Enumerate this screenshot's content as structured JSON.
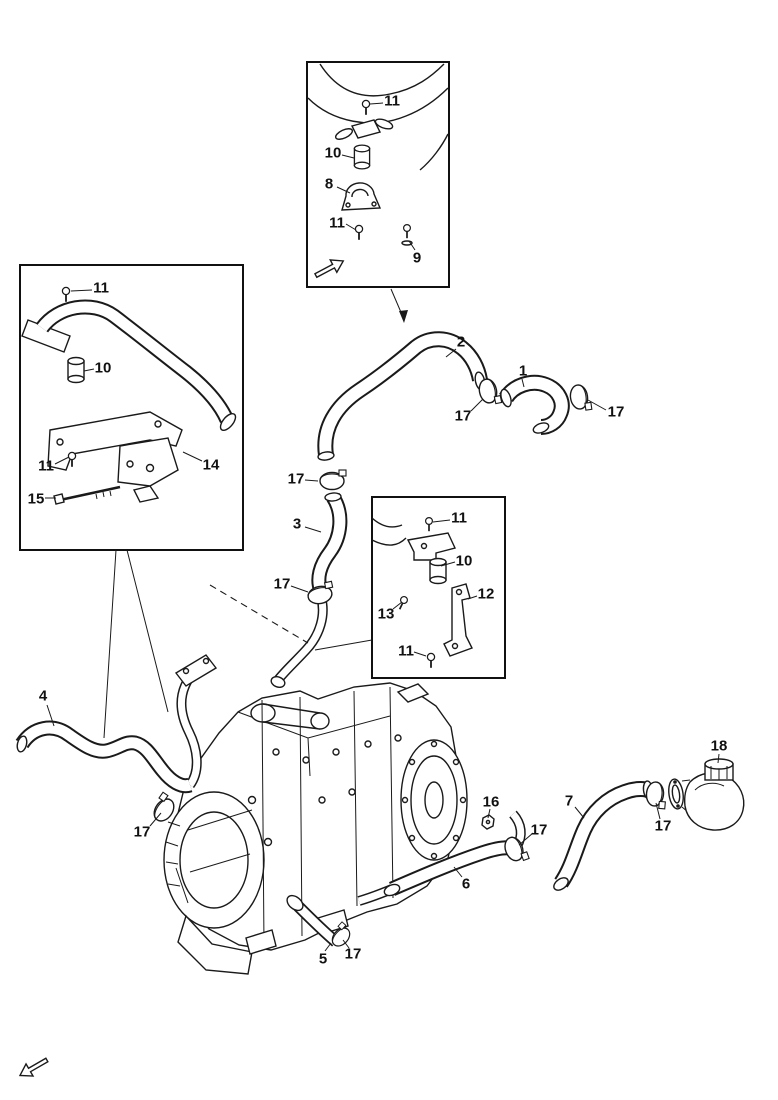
{
  "colors": {
    "line": "#1a1a1a",
    "background": "#ffffff"
  },
  "callouts": {
    "inset_top": [
      "11",
      "10",
      "8",
      "11",
      "9"
    ],
    "inset_left": [
      "11",
      "10",
      "11",
      "14",
      "15"
    ],
    "inset_mid": [
      "11",
      "10",
      "13",
      "12",
      "11"
    ],
    "main": [
      "2",
      "1",
      "17",
      "17",
      "17",
      "3",
      "17",
      "4",
      "17",
      "16",
      "7",
      "17",
      "17",
      "18",
      "6",
      "17",
      "5"
    ]
  }
}
